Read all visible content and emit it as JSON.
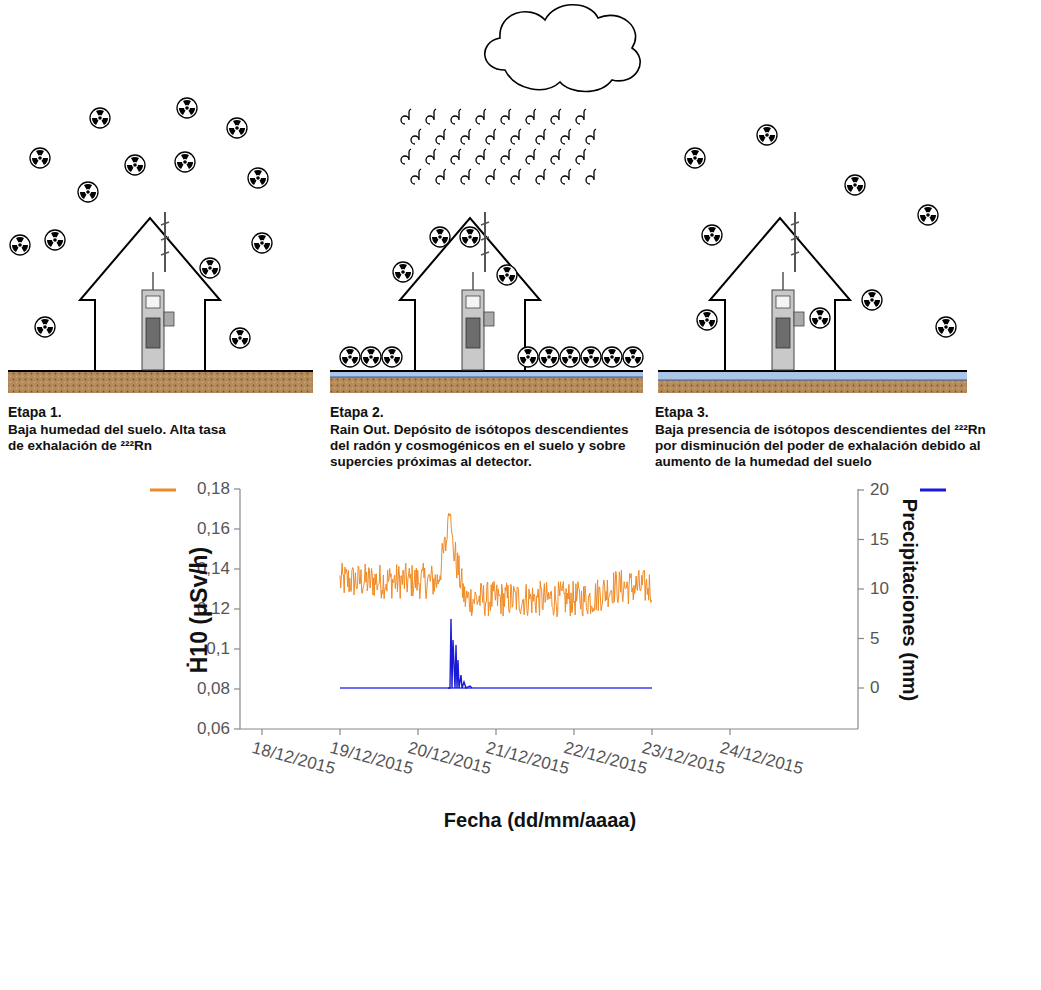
{
  "diagram": {
    "labels": [
      "Etapa 1.",
      "Baja humedad del suelo. Alta tasa de exhalación de ²²²Rn",
      "Etapa 2.",
      "Rain Out. Depósito de isótopos descendientes del radón y cosmogénicos en el suelo y sobre supercies próximas al detector.",
      "Etapa 3.",
      "Baja presencia de isótopos descendientes del ²²²Rn por disminución del poder de exhalación debido al aumento de la humedad del suelo",
      "0,18",
      "0,16",
      "0,14",
      "0,12",
      "0,1",
      "0,08",
      "0,06",
      "20",
      "15",
      "10",
      "5",
      "0",
      "Ḣ10 (μSv/h)",
      "Precipitaciones (mm)",
      "18/12/2015",
      "19/12/2015",
      "20/12/2015",
      "21/12/2015",
      "22/12/2015",
      "23/12/2015",
      "24/12/2015",
      "Fecha (dd/mm/aaaa)"
    ]
  }
}
